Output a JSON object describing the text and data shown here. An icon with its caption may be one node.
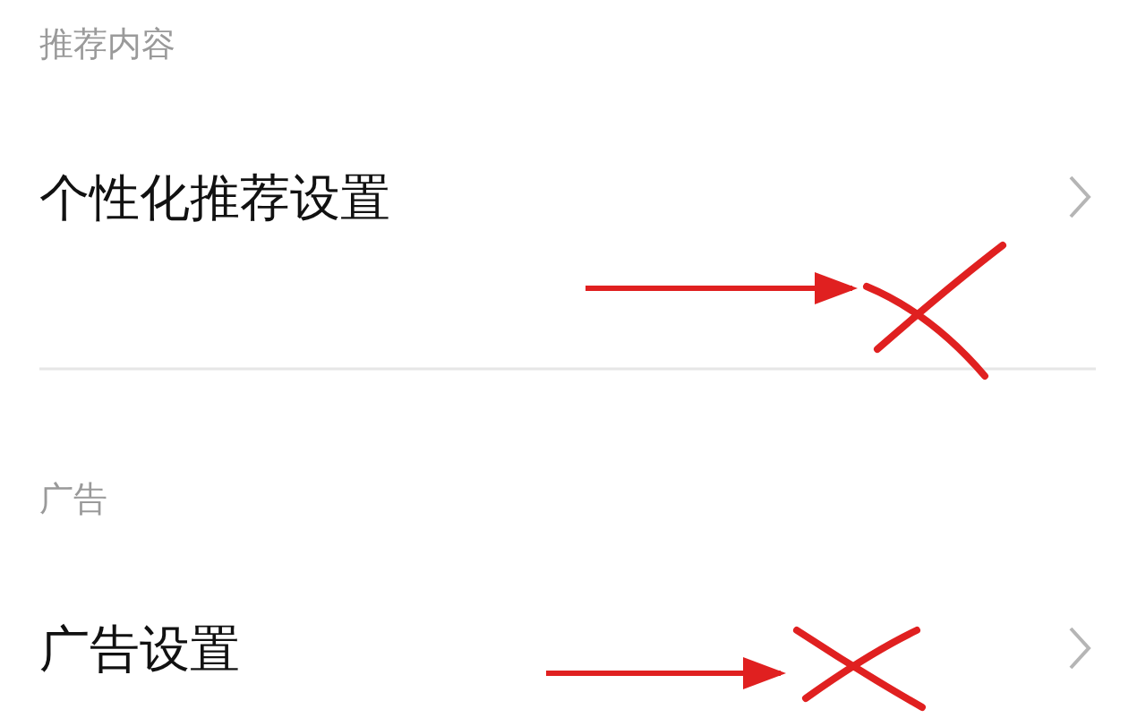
{
  "diagram": {
    "nodes": [
      {
        "text": [],
        "shape": "cross"
      },
      {
        "text": [],
        "shape": "cross"
      }
    ],
    "edges": [
      {
        "from": null,
        "to": 0,
        "arrow": "to"
      },
      {
        "from": null,
        "to": 1,
        "arrow": "to"
      }
    ],
    "labels": [
      "推荐内容",
      "个性化推荐设置",
      "广告",
      "广告设置"
    ]
  }
}
